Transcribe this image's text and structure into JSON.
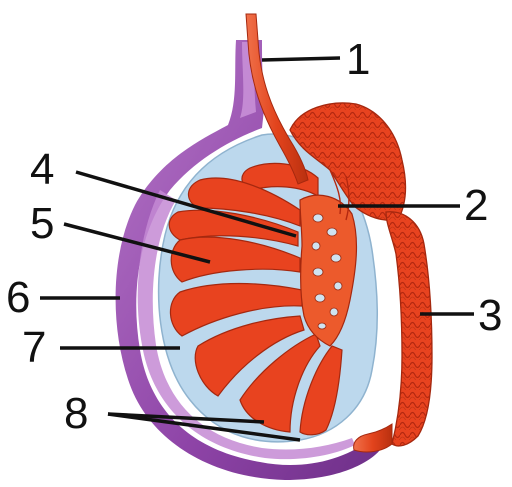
{
  "labels": [
    {
      "id": "1",
      "text": "1"
    },
    {
      "id": "2",
      "text": "2"
    },
    {
      "id": "3",
      "text": "3"
    },
    {
      "id": "4",
      "text": "4"
    },
    {
      "id": "5",
      "text": "5"
    },
    {
      "id": "6",
      "text": "6"
    },
    {
      "id": "7",
      "text": "7"
    },
    {
      "id": "8",
      "text": "8"
    }
  ],
  "colors": {
    "tunica_outer": "#8a3fa3",
    "tunica_mid": "#b16fc4",
    "tunica_inner": "#d6a9e2",
    "interior": "#bfdaee",
    "tubules": "#e8431f",
    "tubule_lines": "#b42810",
    "duct": "#e24a25"
  }
}
